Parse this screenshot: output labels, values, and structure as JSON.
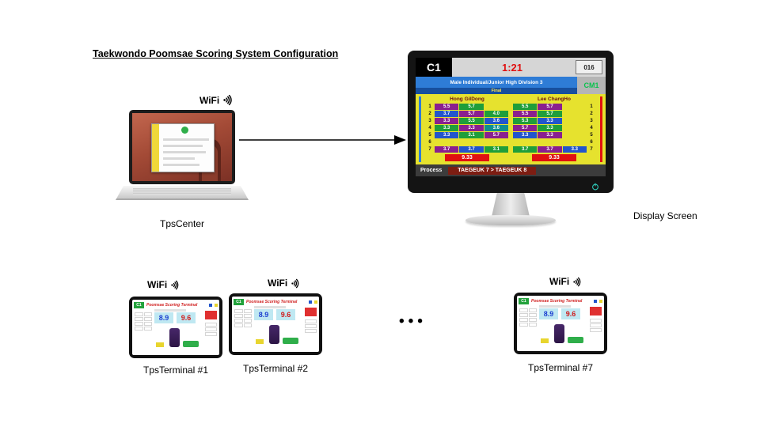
{
  "title": "Taekwondo Poomsae Scoring System Configuration",
  "ellipsis": "•••",
  "laptop": {
    "wifi_label": "WiFi",
    "name": "TpsCenter"
  },
  "display_label": "Display Screen",
  "scoreboard": {
    "court": "C1",
    "timer": "1:21",
    "match_no": "016",
    "division": "Male Individual/Junior High Division 3",
    "round": "Final",
    "cm": "CM1",
    "process_label": "Process",
    "process_value": "TAEGEUK 7 > TAEGEUK 8",
    "players": [
      {
        "name": "Hong GilDong",
        "total": "9.33",
        "rows": [
          {
            "n": "1",
            "c1": "5.5",
            "c2": "5.7",
            "c3": ""
          },
          {
            "n": "2",
            "c1": "3.7",
            "c2": "5.7",
            "c3": "4.0"
          },
          {
            "n": "3",
            "c1": "3.3",
            "c2": "5.5",
            "c3": "3.6"
          },
          {
            "n": "4",
            "c1": "3.3",
            "c2": "3.3",
            "c3": "3.6"
          },
          {
            "n": "5",
            "c1": "3.3",
            "c2": "3.1",
            "c3": "5.7"
          },
          {
            "n": "6",
            "c1": "",
            "c2": "",
            "c3": ""
          },
          {
            "n": "7",
            "c1": "3.7",
            "c2": "3.7",
            "c3": "3.1"
          }
        ]
      },
      {
        "name": "Lee ChangHo",
        "total": "9.33",
        "rows": [
          {
            "n": "1",
            "c1": "5.5",
            "c2": "5.7",
            "c3": ""
          },
          {
            "n": "2",
            "c1": "5.5",
            "c2": "5.7",
            "c3": ""
          },
          {
            "n": "3",
            "c1": "5.3",
            "c2": "3.3",
            "c3": ""
          },
          {
            "n": "4",
            "c1": "5.7",
            "c2": "3.3",
            "c3": ""
          },
          {
            "n": "5",
            "c1": "3.3",
            "c2": "3.3",
            "c3": ""
          },
          {
            "n": "6",
            "c1": "",
            "c2": "",
            "c3": ""
          },
          {
            "n": "7",
            "c1": "3.7",
            "c2": "3.7",
            "c3": "3.3"
          }
        ]
      }
    ]
  },
  "terminal_screen": {
    "court": "C1",
    "title": "Poomsae Scoring Terminal",
    "score_left": "8.9",
    "score_right": "9.6"
  },
  "terminals": [
    {
      "wifi_label": "WiFi",
      "name": "TpsTerminal #1"
    },
    {
      "wifi_label": "WiFi",
      "name": "TpsTerminal #2"
    },
    {
      "wifi_label": "WiFi",
      "name": "TpsTerminal #7"
    }
  ],
  "colors": {
    "score_purple": "#8a1f8f",
    "score_green": "#1f9e3a",
    "score_blue": "#2255cc",
    "score_teal": "#0f8f8f",
    "total_red": "#e01010",
    "board_yellow": "#e6e22e",
    "division_blue": "#2e7cd6",
    "timer_red": "#e01010",
    "cm_green": "#0ac24e"
  }
}
